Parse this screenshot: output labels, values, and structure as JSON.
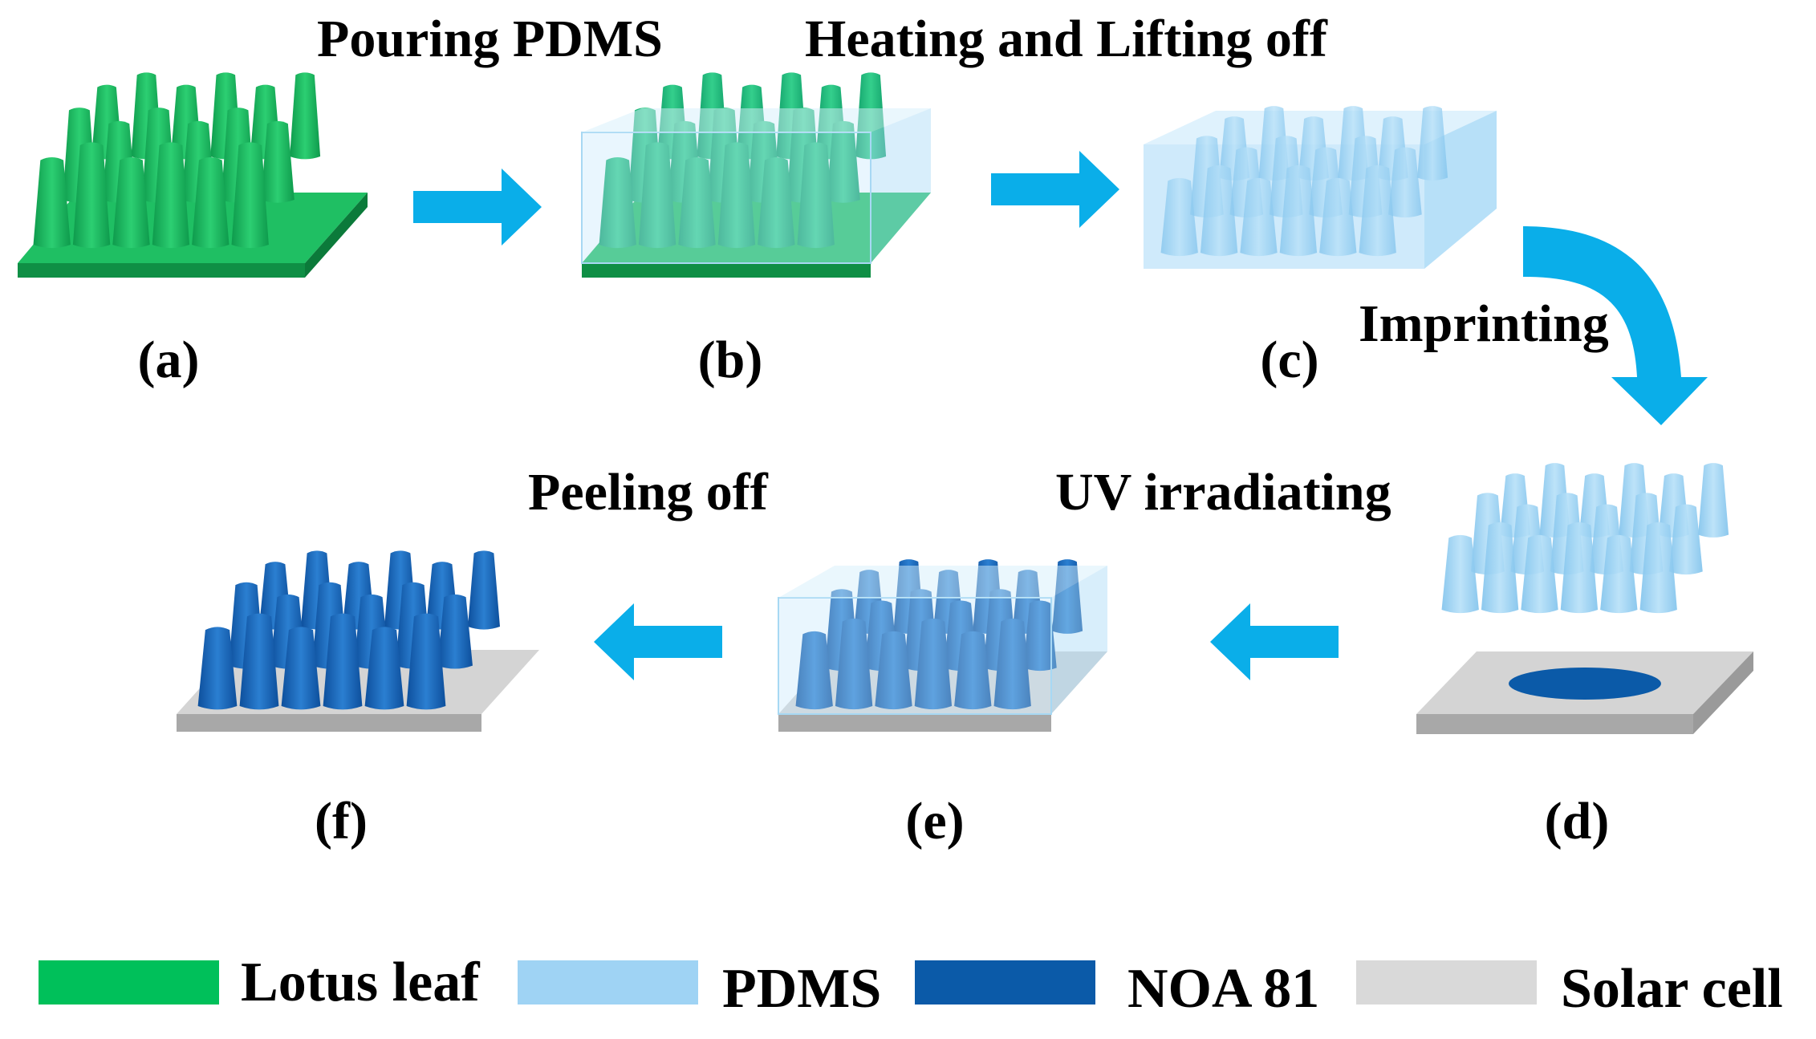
{
  "steps": {
    "pouring": "Pouring PDMS",
    "heating": "Heating and Lifting off",
    "imprinting": "Imprinting",
    "uv": "UV irradiating",
    "peeling": "Peeling off"
  },
  "panels": {
    "a": "(a)",
    "b": "(b)",
    "c": "(c)",
    "d": "(d)",
    "e": "(e)",
    "f": "(f)"
  },
  "legend": [
    {
      "label": "Lotus leaf",
      "color": "#00c05a"
    },
    {
      "label": "PDMS",
      "color": "#9fd3f4"
    },
    {
      "label": "NOA 81",
      "color": "#0b5aa8"
    },
    {
      "label": "Solar cell",
      "color": "#d9d9d9"
    }
  ],
  "colors": {
    "arrow": "#0aaee9",
    "lotus_pillar": "#19b061",
    "lotus_base_top": "#1fbf63",
    "lotus_base_side": "#0f8f45",
    "pdms_block": "#b9e1f8",
    "pdms_pillar": "#8ccbf0",
    "noa_pillar": "#1466b8",
    "noa_drop": "#0b5aa8",
    "cell_top": "#d4d4d4",
    "cell_side": "#a8a8a8"
  }
}
